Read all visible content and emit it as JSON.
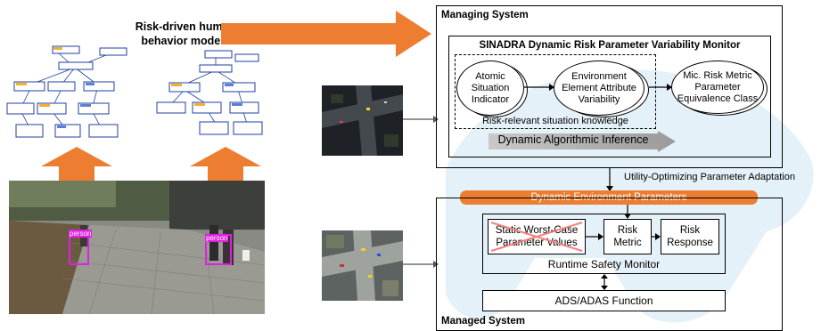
{
  "left": {
    "caption_line1": "Risk-driven human",
    "caption_line2": "behavior models",
    "detections": [
      "person",
      "person"
    ]
  },
  "managing": {
    "title": "Managing System",
    "monitor_title": "SINADRA Dynamic Risk Parameter Variability Monitor",
    "node_atomic": "Atomic Situation Indicator",
    "node_env": "Environment Element Attribute Variability",
    "node_mic": "Mic. Risk Metric Parameter Equivalence Class",
    "knowledge_label": "Risk-relevant situation knowledge",
    "inference_label": "Dynamic Algorithmic Inference"
  },
  "adaptation_label": "Utility-Optimizing Parameter Adaptation",
  "env_params_label": "Dynamic Environment Parameters",
  "managed": {
    "title": "Managed System",
    "static_params": "Static Worst-Case Parameter Values",
    "risk_metric": "Risk Metric",
    "risk_response": "Risk Response",
    "rsm_label": "Runtime Safety Monitor",
    "ads_label": "ADS/ADAS Function"
  },
  "colors": {
    "accent": "#ed7d31",
    "node_blue": "#1f3f9f",
    "detection": "#e020e0",
    "watermark": "#cfe6f3"
  }
}
